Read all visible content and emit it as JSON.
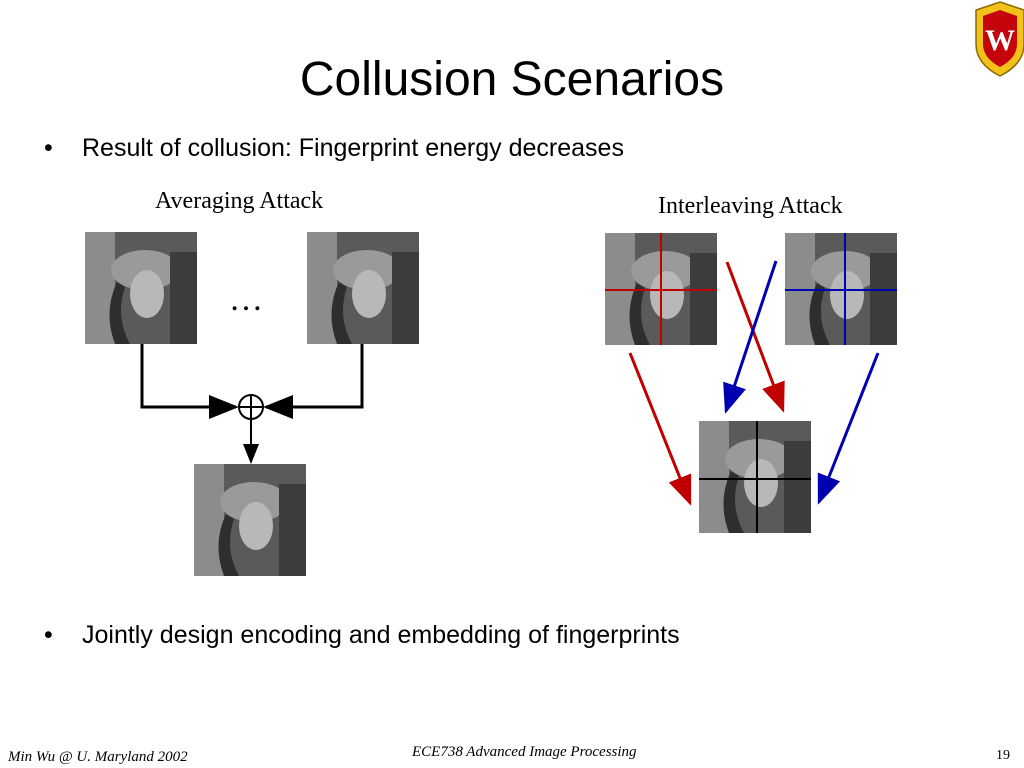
{
  "slide": {
    "title": "Collusion Scenarios",
    "bullets": [
      "Result of collusion: Fingerprint energy decreases",
      "Jointly design encoding and embedding of fingerprints"
    ],
    "bullet_glyph": "•",
    "averaging_caption": "Averaging Attack",
    "interleaving_caption": "Interleaving Attack",
    "ellipsis": "…",
    "sum_symbol": "⊕",
    "logo_letter": "W"
  },
  "footer": {
    "author": "Min Wu @ U. Maryland 2002",
    "course": "ECE738 Advanced Image Processing",
    "page_number": "19"
  },
  "colors": {
    "red_arrow": "#c00000",
    "blue_arrow": "#0000b0",
    "crest_red": "#c5050c",
    "crest_gold": "#f2c21b"
  }
}
